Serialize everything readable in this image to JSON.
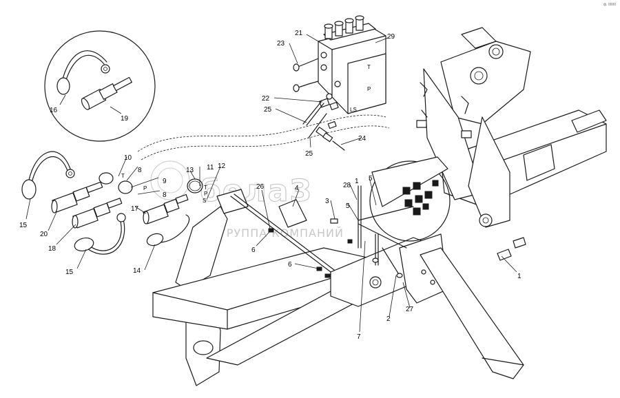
{
  "callouts": {
    "c1a": "1",
    "c1b": "1",
    "c2": "2",
    "c3": "3",
    "c4": "4",
    "c5a": "5",
    "c5b": "5",
    "c6a": "6",
    "c6b": "6",
    "c7": "7",
    "c8a": "8",
    "c8b": "8",
    "c9": "9",
    "c10": "10",
    "c11": "11",
    "c12": "12",
    "c13": "13",
    "c14": "14",
    "c15a": "15",
    "c15b": "15",
    "c16": "16",
    "c17": "17",
    "c18": "18",
    "c19": "19",
    "c20": "20",
    "c21": "21",
    "c22": "22",
    "c23": "23",
    "c24": "24",
    "c25a": "25",
    "c25b": "25",
    "c26": "26",
    "c27": "27",
    "c28": "28",
    "c29": "29"
  },
  "port_labels": {
    "t1": "T",
    "p1": "P",
    "t2": "T",
    "p2": "P",
    "ls": "LS",
    "t3": "T",
    "p3": "P",
    "s": "S"
  },
  "watermark": {
    "brand": "белаЗ",
    "subtitle": "ГРУППА КОМПАНИЙ"
  },
  "corner_mark": "ф. 0000"
}
